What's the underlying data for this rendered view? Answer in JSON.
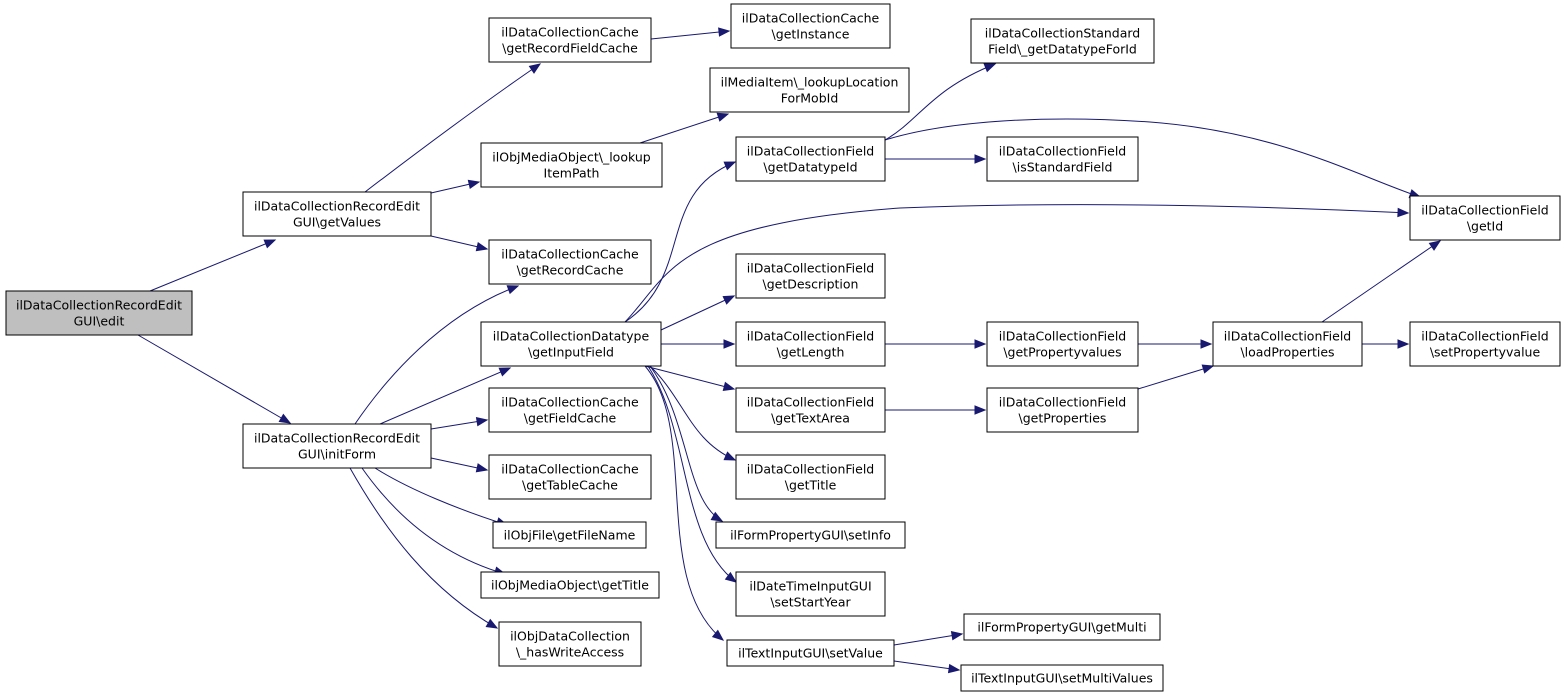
{
  "nodes": {
    "n_edit": [
      "ilDataCollectionRecordEdit",
      "GUI\\edit"
    ],
    "n_getValues": [
      "ilDataCollectionRecordEdit",
      "GUI\\getValues"
    ],
    "n_initForm": [
      "ilDataCollectionRecordEdit",
      "GUI\\initForm"
    ],
    "n_getRecordFieldCache": [
      "ilDataCollectionCache",
      "\\getRecordFieldCache"
    ],
    "n_getInstance": [
      "ilDataCollectionCache",
      "\\getInstance"
    ],
    "n_lookupItemPath": [
      "ilObjMediaObject\\_lookup",
      "ItemPath"
    ],
    "n_lookupLocation": [
      "ilMediaItem\\_lookupLocation",
      "ForMobId"
    ],
    "n_getRecordCache": [
      "ilDataCollectionCache",
      "\\getRecordCache"
    ],
    "n_getInputField": [
      "ilDataCollectionDatatype",
      "\\getInputField"
    ],
    "n_getFieldCache": [
      "ilDataCollectionCache",
      "\\getFieldCache"
    ],
    "n_getTableCache": [
      "ilDataCollectionCache",
      "\\getTableCache"
    ],
    "n_getFileName": [
      "ilObjFile\\getFileName"
    ],
    "n_mediaGetTitle": [
      "ilObjMediaObject\\getTitle"
    ],
    "n_hasWriteAccess": [
      "ilObjDataCollection",
      "\\_hasWriteAccess"
    ],
    "n_getDatatypeForId": [
      "ilDataCollectionStandard",
      "Field\\_getDatatypeForId"
    ],
    "n_getDatatypeId": [
      "ilDataCollectionField",
      "\\getDatatypeId"
    ],
    "n_isStandardField": [
      "ilDataCollectionField",
      "\\isStandardField"
    ],
    "n_getId": [
      "ilDataCollectionField",
      "\\getId"
    ],
    "n_getDescription": [
      "ilDataCollectionField",
      "\\getDescription"
    ],
    "n_getLength": [
      "ilDataCollectionField",
      "\\getLength"
    ],
    "n_getPropertyvalues": [
      "ilDataCollectionField",
      "\\getPropertyvalues"
    ],
    "n_loadProperties": [
      "ilDataCollectionField",
      "\\loadProperties"
    ],
    "n_setPropertyvalue": [
      "ilDataCollectionField",
      "\\setPropertyvalue"
    ],
    "n_getTextArea": [
      "ilDataCollectionField",
      "\\getTextArea"
    ],
    "n_getProperties": [
      "ilDataCollectionField",
      "\\getProperties"
    ],
    "n_fieldGetTitle": [
      "ilDataCollectionField",
      "\\getTitle"
    ],
    "n_setInfo": [
      "ilFormPropertyGUI\\setInfo"
    ],
    "n_setStartYear": [
      "ilDateTimeInputGUI",
      "\\setStartYear"
    ],
    "n_setValue": [
      "ilTextInputGUI\\setValue"
    ],
    "n_getMulti": [
      "ilFormPropertyGUI\\getMulti"
    ],
    "n_setMultiValues": [
      "ilTextInputGUI\\setMultiValues"
    ]
  },
  "edges": [
    [
      "n_edit",
      "n_getValues"
    ],
    [
      "n_edit",
      "n_initForm"
    ],
    [
      "n_getValues",
      "n_getRecordFieldCache"
    ],
    [
      "n_getValues",
      "n_lookupItemPath"
    ],
    [
      "n_getValues",
      "n_getRecordCache"
    ],
    [
      "n_getRecordFieldCache",
      "n_getInstance"
    ],
    [
      "n_lookupItemPath",
      "n_lookupLocation"
    ],
    [
      "n_initForm",
      "n_getRecordCache"
    ],
    [
      "n_initForm",
      "n_getInputField"
    ],
    [
      "n_initForm",
      "n_getFieldCache"
    ],
    [
      "n_initForm",
      "n_getTableCache"
    ],
    [
      "n_initForm",
      "n_getFileName"
    ],
    [
      "n_initForm",
      "n_mediaGetTitle"
    ],
    [
      "n_initForm",
      "n_hasWriteAccess"
    ],
    [
      "n_getInputField",
      "n_getDatatypeId"
    ],
    [
      "n_getInputField",
      "n_getId"
    ],
    [
      "n_getInputField",
      "n_getDescription"
    ],
    [
      "n_getInputField",
      "n_getLength"
    ],
    [
      "n_getInputField",
      "n_getTextArea"
    ],
    [
      "n_getInputField",
      "n_fieldGetTitle"
    ],
    [
      "n_getInputField",
      "n_setInfo"
    ],
    [
      "n_getInputField",
      "n_setStartYear"
    ],
    [
      "n_getInputField",
      "n_setValue"
    ],
    [
      "n_getDatatypeId",
      "n_getDatatypeForId"
    ],
    [
      "n_getDatatypeId",
      "n_isStandardField"
    ],
    [
      "n_getDatatypeId",
      "n_getId"
    ],
    [
      "n_getLength",
      "n_getPropertyvalues"
    ],
    [
      "n_getPropertyvalues",
      "n_loadProperties"
    ],
    [
      "n_getTextArea",
      "n_getProperties"
    ],
    [
      "n_getProperties",
      "n_loadProperties"
    ],
    [
      "n_loadProperties",
      "n_setPropertyvalue"
    ],
    [
      "n_loadProperties",
      "n_getId"
    ],
    [
      "n_setValue",
      "n_getMulti"
    ],
    [
      "n_setValue",
      "n_setMultiValues"
    ]
  ]
}
